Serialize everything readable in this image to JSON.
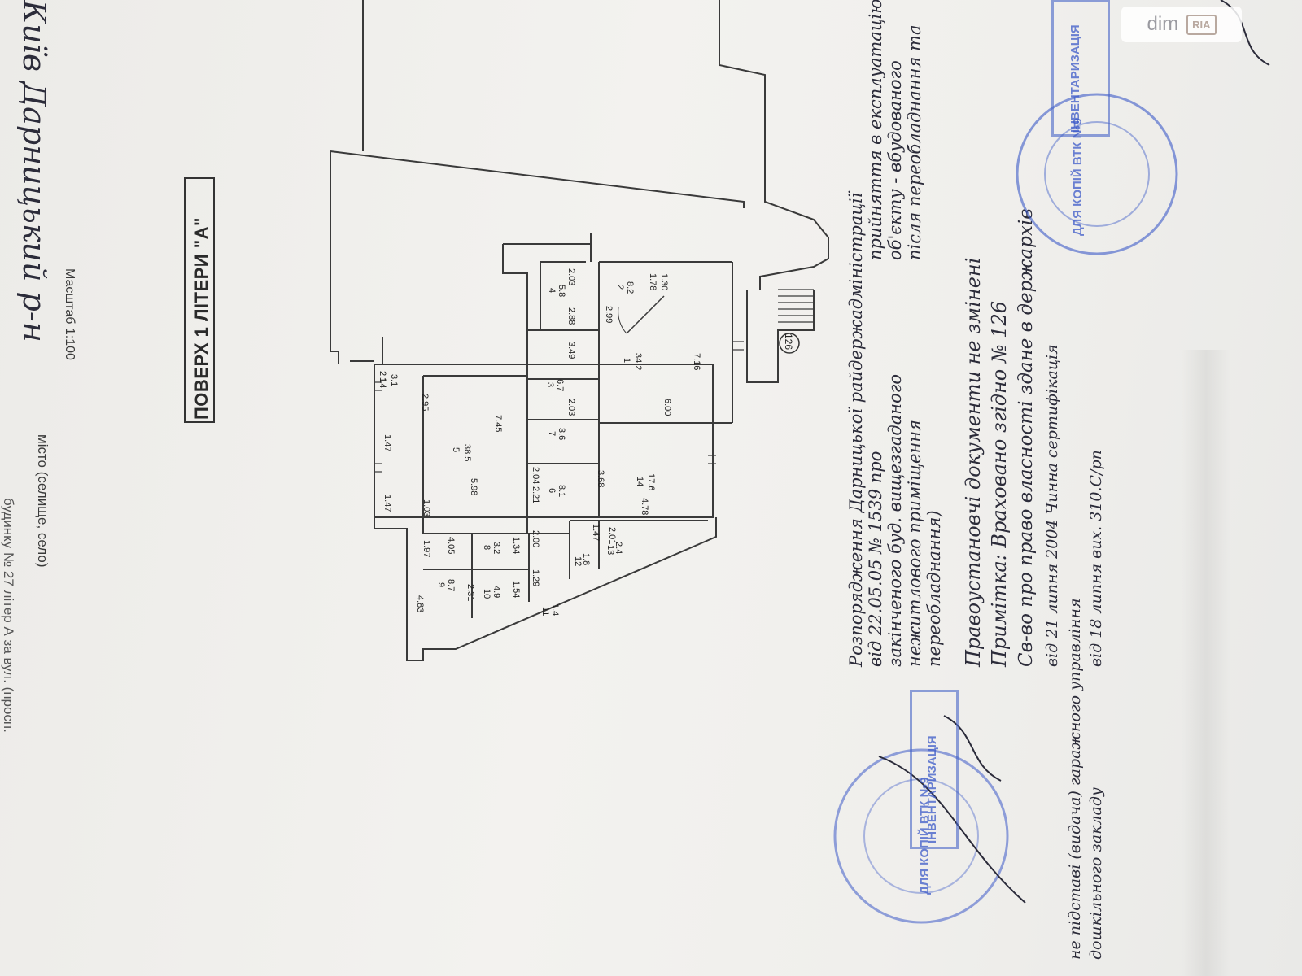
{
  "header": {
    "building_line": "будинку № 27 літер А за вул. (просп.",
    "city_line": "місто (селище, село)",
    "city_hand": "Київ  Дарницький р-н",
    "scale": "Масштаб 1:100"
  },
  "title": "ПОВЕРХ 1 ЛІТЕРИ \"А\"",
  "stair_marker": "126",
  "rooms": [
    {
      "num": "1",
      "area": "34.2"
    },
    {
      "num": "2",
      "area": "8.2"
    },
    {
      "num": "3",
      "area": "6.7"
    },
    {
      "num": "4",
      "area": "5.8"
    },
    {
      "num": "5",
      "area": "38.5"
    },
    {
      "num": "6",
      "area": "8.1"
    },
    {
      "num": "7",
      "area": "3.6"
    },
    {
      "num": "8",
      "area": "3.2"
    },
    {
      "num": "9",
      "area": "8.7"
    },
    {
      "num": "10",
      "area": "4.9"
    },
    {
      "num": "11",
      "area": "1.4"
    },
    {
      "num": "12",
      "area": "1.8"
    },
    {
      "num": "13",
      "area": "2.4"
    },
    {
      "num": "14",
      "area": "17.6"
    },
    {
      "num": "1",
      "area": "3.1"
    }
  ],
  "dims": [
    "7.16",
    "6.00",
    "2.99",
    "1.78",
    "1.30",
    "3.49",
    "2.03",
    "2.88",
    "2.03",
    "7.45",
    "5.98",
    "2.95",
    "1.47",
    "1.47",
    "1.03",
    "3.68",
    "4.78",
    "2.21",
    "2.04",
    "2.00",
    "1.29",
    "4.05",
    "1.97",
    "1.34",
    "4.83",
    "1.54",
    "2.31",
    "2.01",
    "1.47",
    "2.14"
  ],
  "notes": {
    "line1": "Розпорядження Дарницької райдержадміністрації",
    "line2": "від 22.05.05 № 1539 про",
    "line3": "прийняття в експлуатацію",
    "line4": "закінченого буд. вищезгаданого",
    "line5": "нежитлового приміщення",
    "line6": "об'єкту - вбудованого",
    "line7": "після переобладнання та",
    "line8": "переобладнання)",
    "line9": "Правоустановчі документи не змінені",
    "line10": "Примітка: Враховано згідно № 126",
    "line11": "Св-во про право власності здане в держархів",
    "line12": "від 21 липня 2004 Чинна сертифікація",
    "line13": "не підставі (видача) гаражного управління",
    "line14": "дошкільного закладу",
    "line15": "від 18 липня вих. 310.С/рп"
  },
  "stamp_right": {
    "rect_text": "ІНВЕНТАРИЗАЦІЯ",
    "circle_text": "ДЛЯ КОПІЙ  ВТК №9"
  },
  "stamp_left": {
    "rect_text": "ІНВЕНТАРИЗАЦІЯ",
    "circle_text": "ДЛЯ КОПІЙ  ВТК №9"
  },
  "watermark": {
    "text": "dim",
    "badge": "RIA"
  }
}
